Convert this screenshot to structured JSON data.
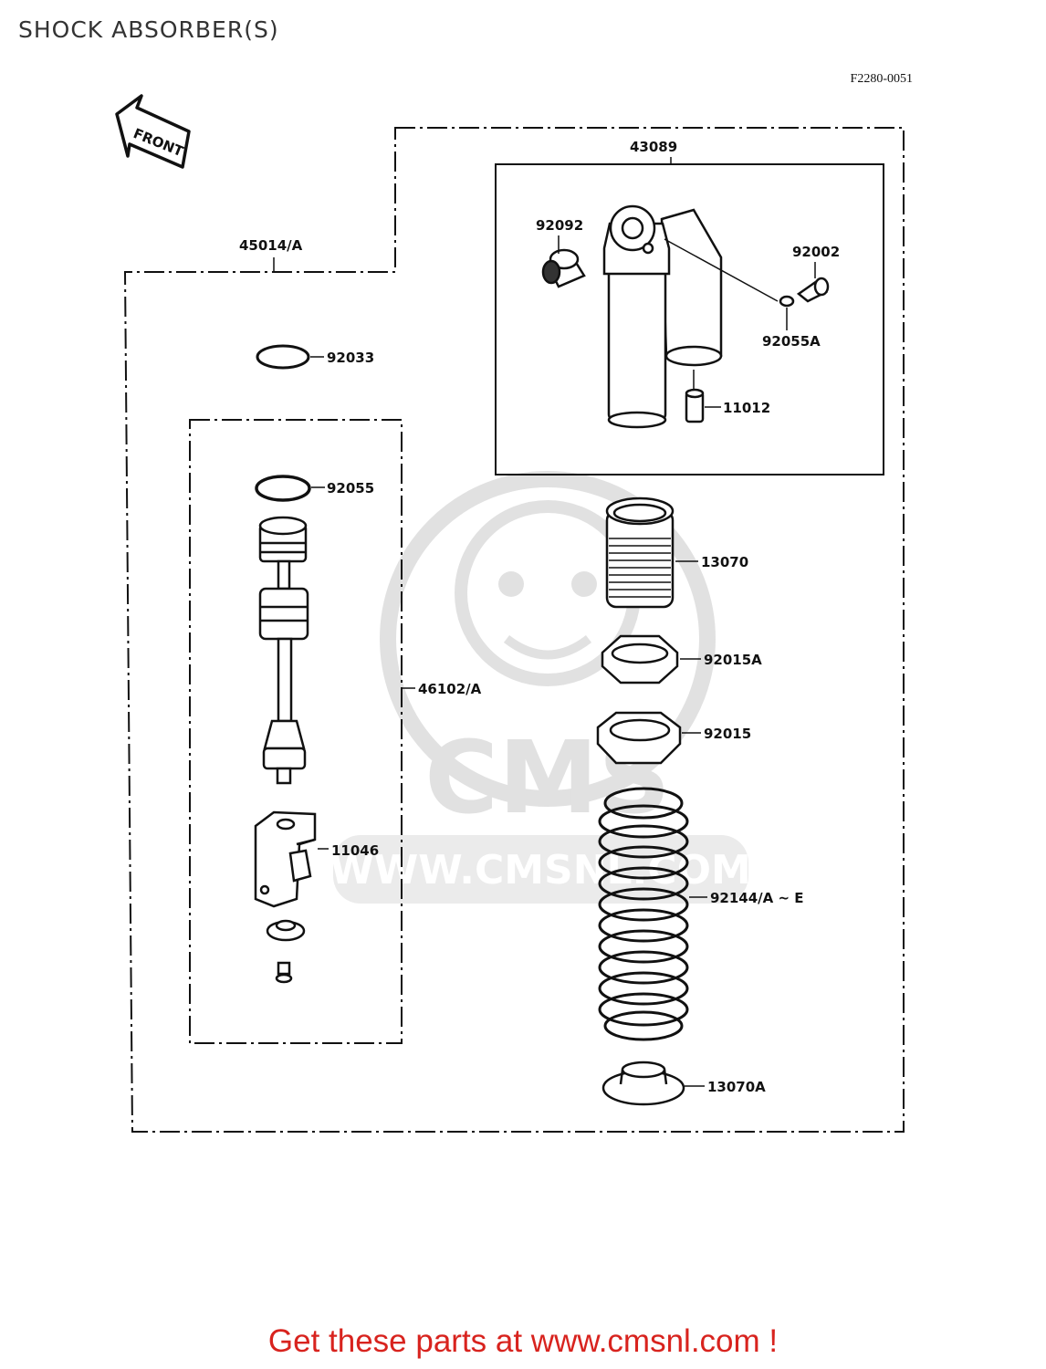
{
  "page": {
    "title": "SHOCK ABSORBER(S)",
    "reference": "F2280-0051"
  },
  "direction": {
    "label": "FRONT"
  },
  "parts": {
    "assembly": "45014/A",
    "body": "43089",
    "bushing": "92092",
    "bolt": "92002",
    "gasket": "92055A",
    "valve": "11012",
    "circlip": "92033",
    "rod_group": "46102/A",
    "oring": "92055",
    "spring_guide": "13070",
    "locknut_a": "92015A",
    "locknut": "92015",
    "spring": "92144/A ~ E",
    "clevis": "11046",
    "spring_seat": "13070A"
  },
  "watermark": {
    "brand": "CMS",
    "url": "WWW.CMSNL.COM"
  },
  "footer": {
    "text": "Get these parts at www.cmsnl.com !"
  },
  "colors": {
    "ink": "#111111",
    "title": "#333333",
    "footer": "#d8231e",
    "watermark": "#dcdcdc"
  }
}
